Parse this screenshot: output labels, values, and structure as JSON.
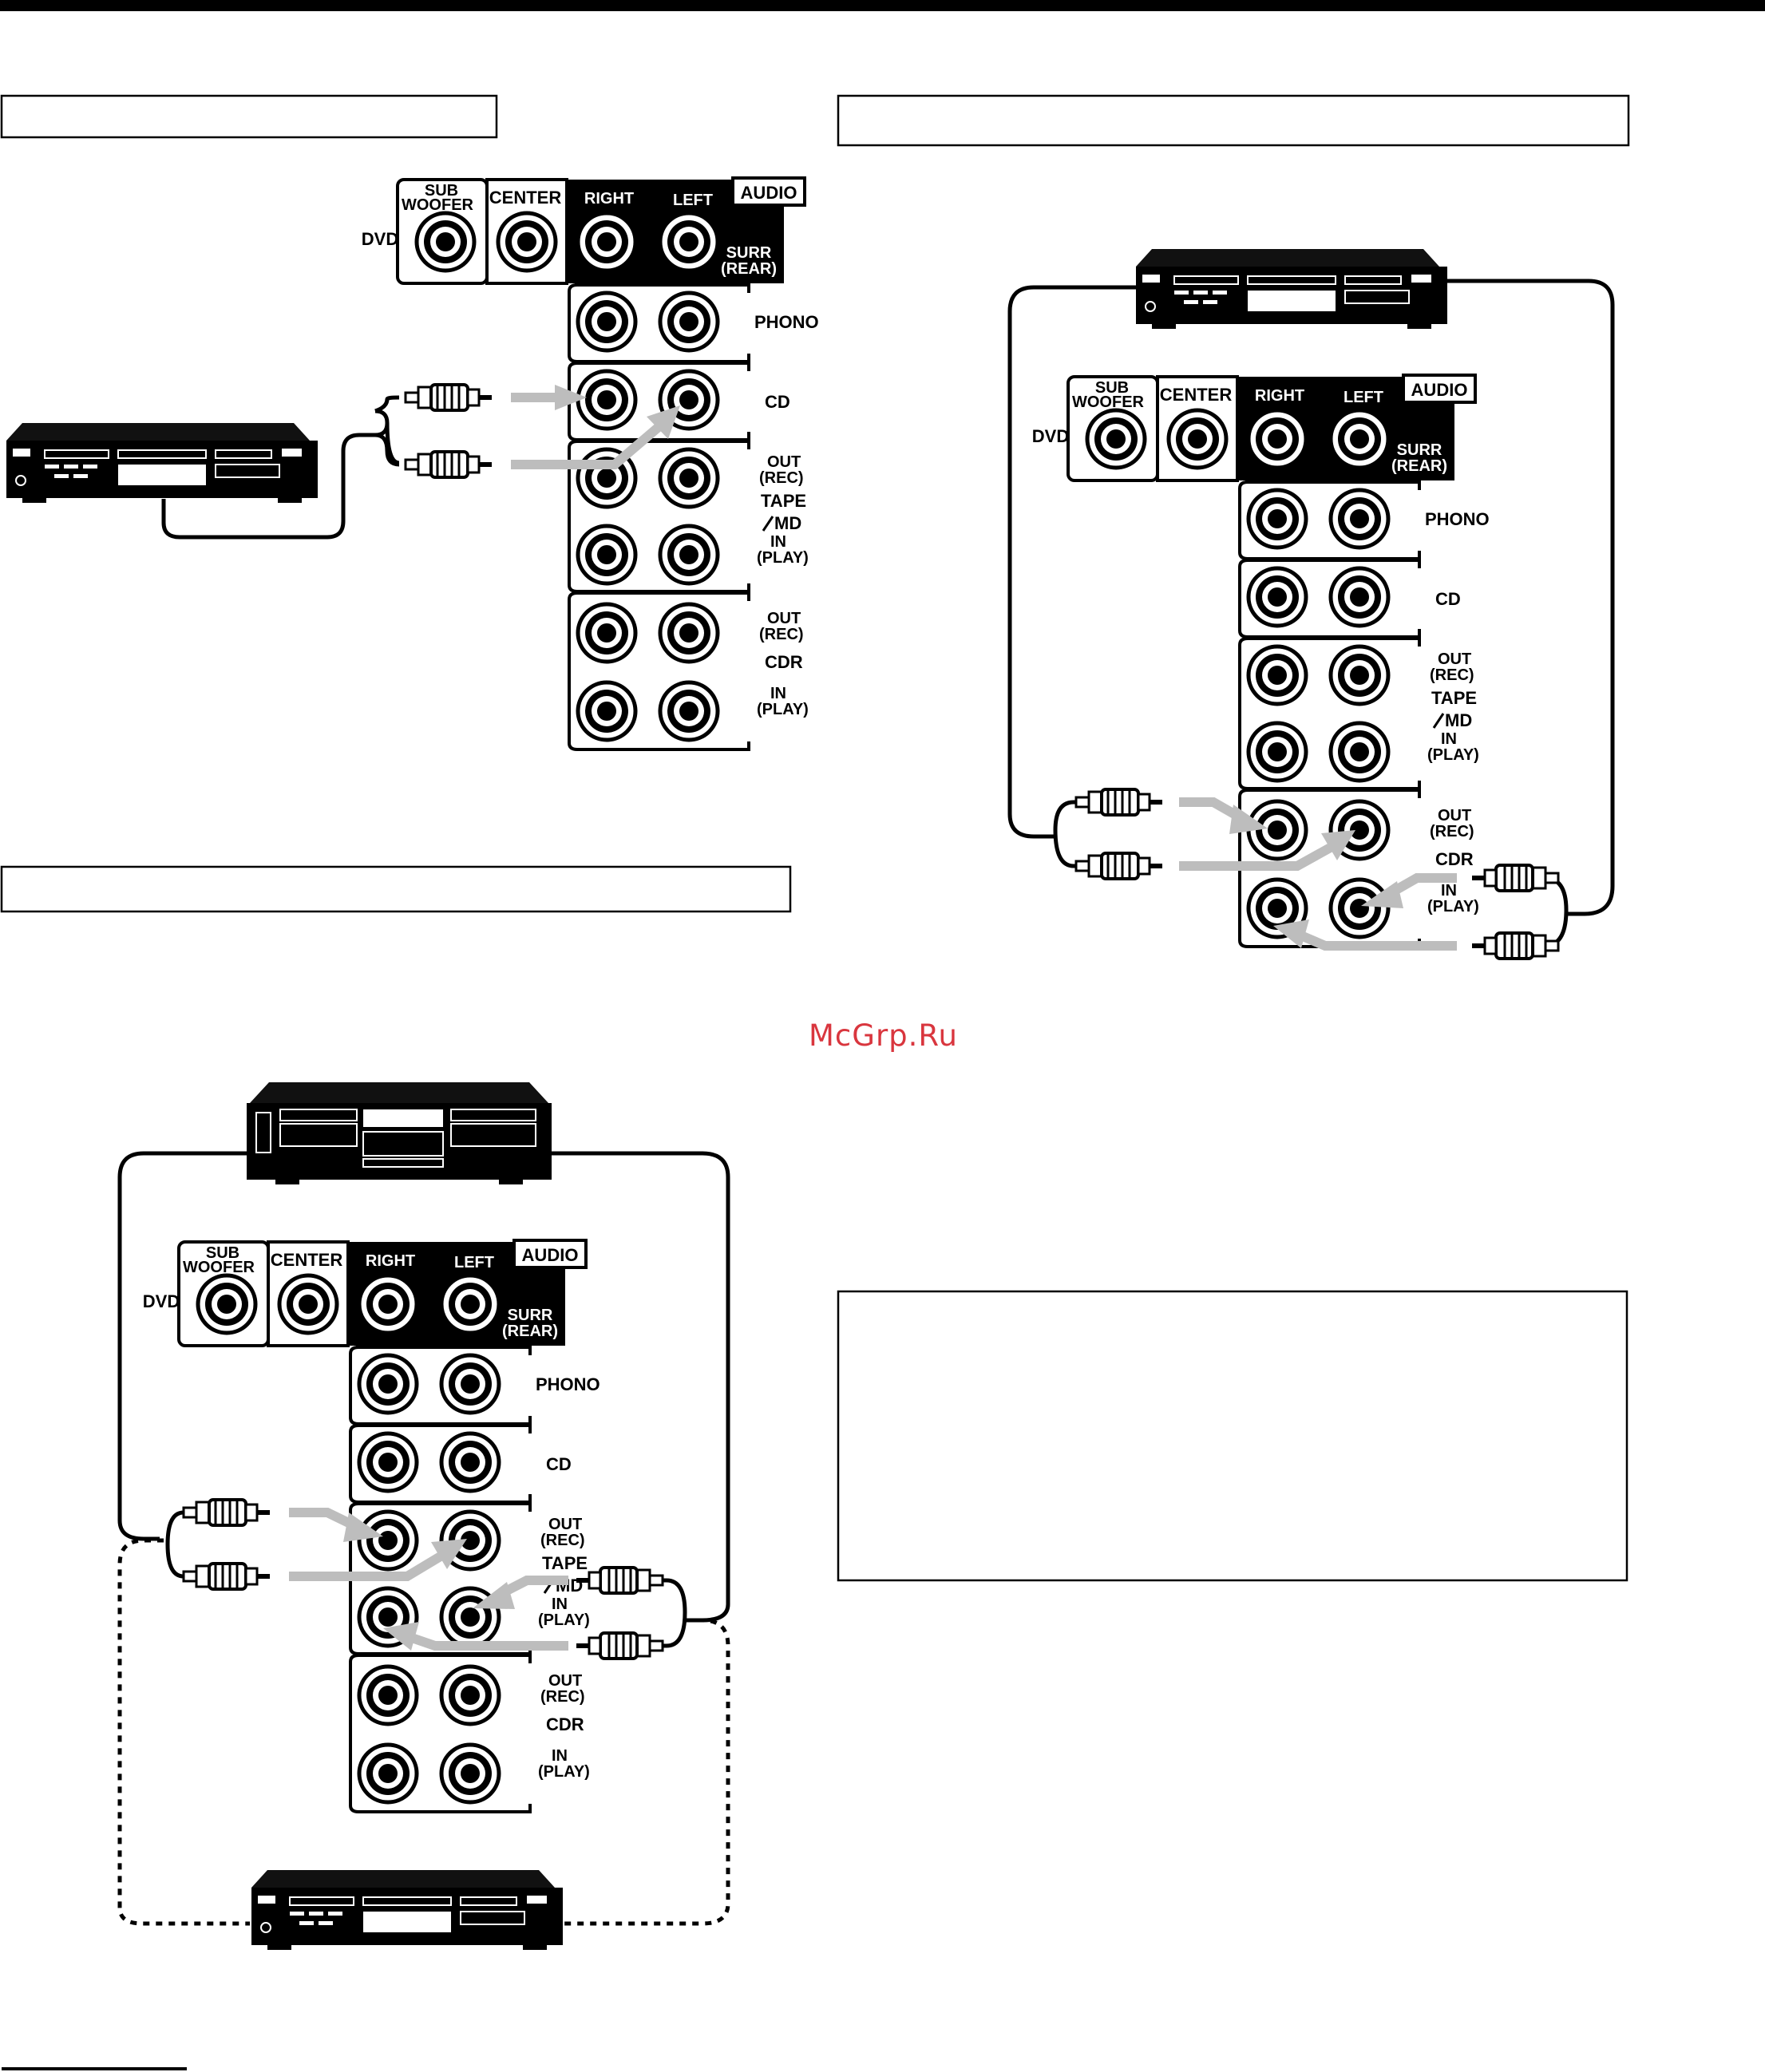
{
  "panel_labels": {
    "audio": "AUDIO",
    "dvd": "DVD",
    "sub": "SUB",
    "woofer": "WOOFER",
    "center": "CENTER",
    "right": "RIGHT",
    "left": "LEFT",
    "surr": "SURR",
    "rear": "(REAR)",
    "phono": "PHONO",
    "cd": "CD",
    "out": "OUT",
    "rec": "(REC)",
    "tape": "TAPE",
    "md": "MD",
    "in": "IN",
    "play": "(PLAY)",
    "cdr": "CDR"
  },
  "watermark": "McGrp.Ru",
  "figures": [
    {
      "id": "cd-player-connection",
      "device": "CD player",
      "connected_input": "CD"
    },
    {
      "id": "cdr-recorder-connection",
      "device": "CD recorder",
      "connected_input": "CDR"
    },
    {
      "id": "tape-md-connection",
      "device": "Cassette deck / MD recorder",
      "connected_input": "TAPE / MD"
    }
  ],
  "colors": {
    "ink": "#000000",
    "arrow": "#bdbdbd",
    "watermark": "#d9363e",
    "paper": "#ffffff"
  }
}
